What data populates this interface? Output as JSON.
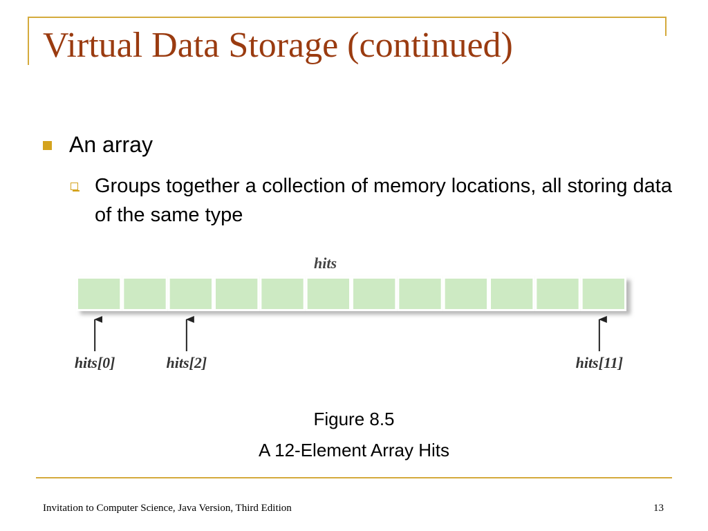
{
  "slide": {
    "title": "Virtual Data Storage (continued)",
    "bullet_level1": "An array",
    "bullet_level2": "Groups together a collection of memory locations, all storing data of the same type"
  },
  "figure": {
    "array_name": "hits",
    "element_count": 12,
    "pointer_labels": [
      {
        "index": 0,
        "label": "hits[0]"
      },
      {
        "index": 2,
        "label": "hits[2]"
      },
      {
        "index": 11,
        "label": "hits[11]"
      }
    ],
    "cell_color": "#cdeac3",
    "caption_line1": "Figure 8.5",
    "caption_line2": "A 12-Element Array Hits"
  },
  "footer": {
    "text": "Invitation to Computer Science, Java Version, Third Edition",
    "page_number": "13"
  },
  "theme": {
    "accent": "#d4aa3c",
    "title_color": "#9a3b10"
  }
}
